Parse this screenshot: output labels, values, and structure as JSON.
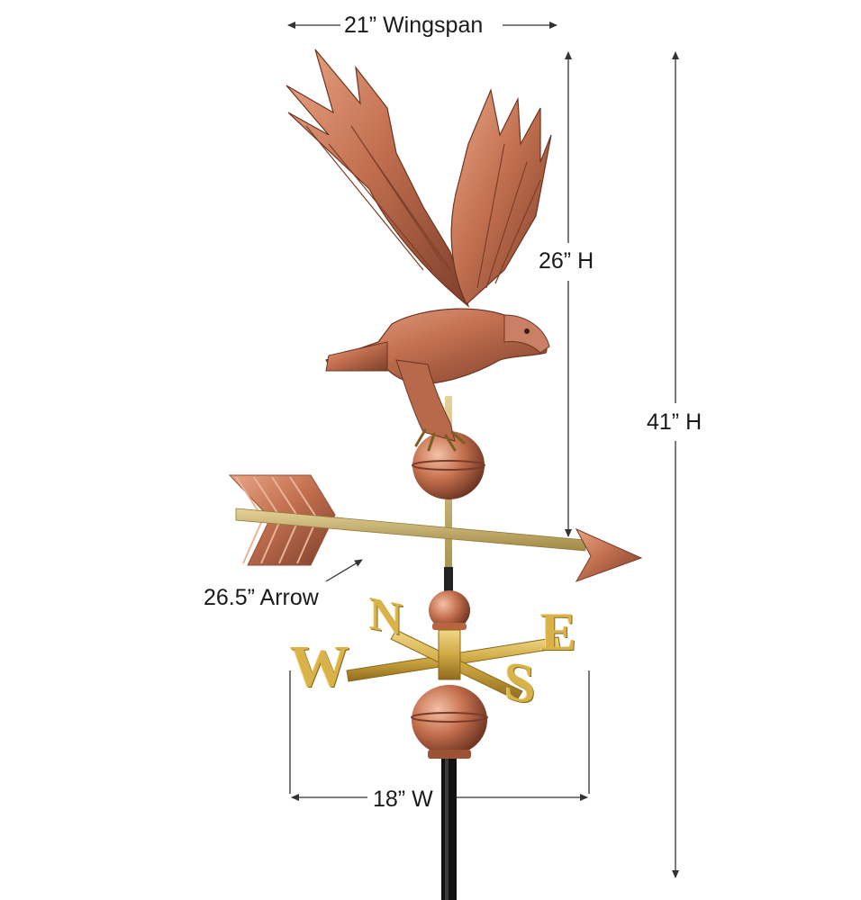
{
  "dimensions": {
    "wingspan": "21” Wingspan",
    "eagle_height": "26” H",
    "total_height": "41” H",
    "arrow_length": "26.5”  Arrow",
    "directional_width": "18” W"
  },
  "compass": {
    "north": "N",
    "south": "S",
    "east": "E",
    "west": "W"
  },
  "colors": {
    "copper": "#c77a5a",
    "brass": "#d9b34a",
    "pole": "#111111",
    "dimension_line": "#333333"
  }
}
